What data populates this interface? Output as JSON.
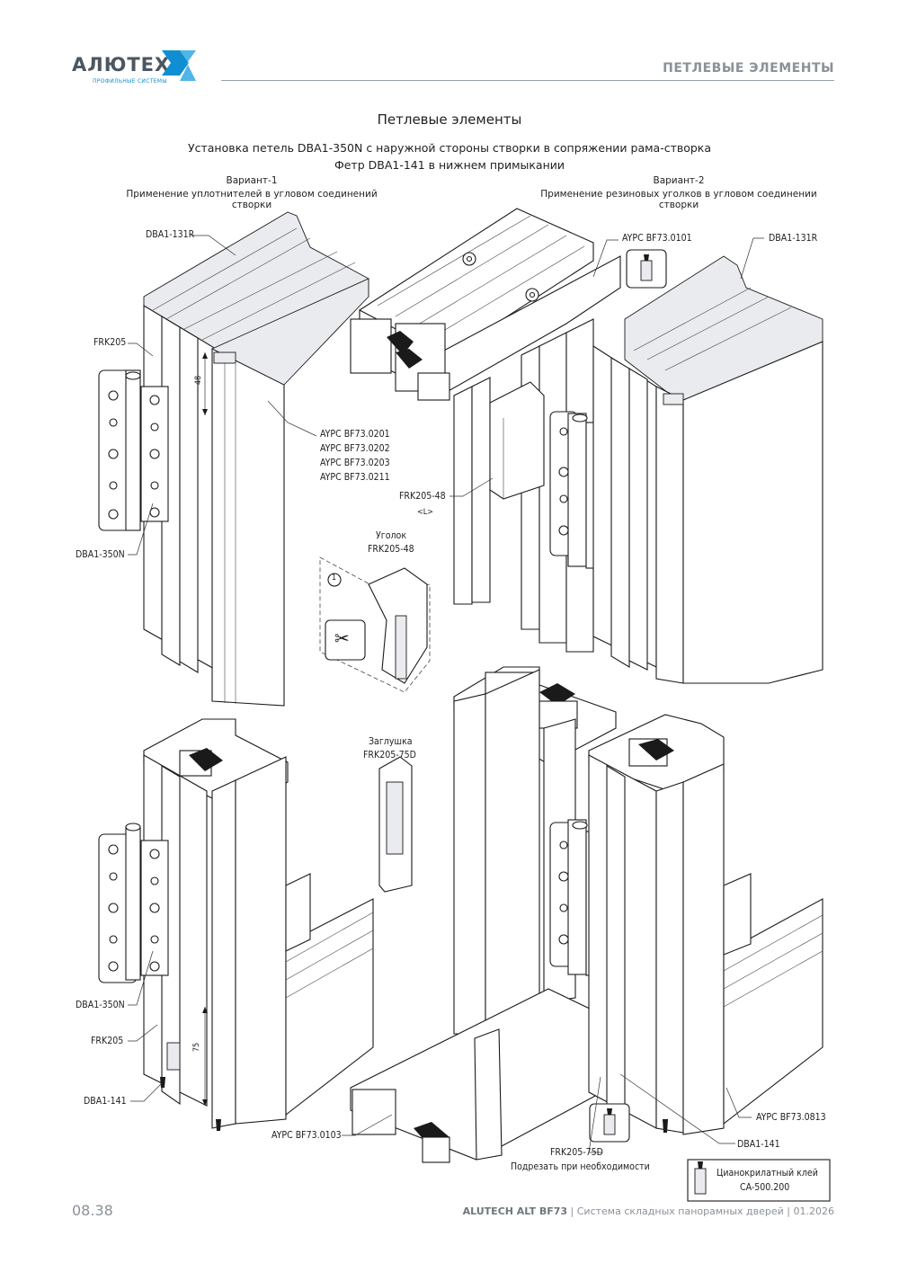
{
  "header": {
    "logo_text": "АЛЮТЕХ",
    "logo_subtitle": "ПРОФИЛЬНЫЕ СИСТЕМЫ",
    "section_title": "ПЕТЛЕВЫЕ ЭЛЕМЕНТЫ",
    "accent_color": "#0f8fd1"
  },
  "page": {
    "title": "Петлевые элементы",
    "subtitle_line1": "Установка петель DBA1-350N с наружной стороны створки в сопряжении рама-створка",
    "subtitle_line2": "Фетр DBA1-141 в нижнем примыкании"
  },
  "variants": {
    "v1_title": "Вариант-1",
    "v1_desc": "Применение уплотнителей в угловом соединений створки",
    "v2_title": "Вариант-2",
    "v2_desc": "Применение резиновых уголков в угловом соединении створки"
  },
  "labels": {
    "dba1_131r_left": "DBA1-131R",
    "frk205_top": "FRK205",
    "dim_48": "48",
    "aypc_group": [
      "AYPC BF73.0201",
      "AYPC BF73.0202",
      "AYPC BF73.0203",
      "AYPC BF73.0211"
    ],
    "dba1_350n_top": "DBA1-350N",
    "aypc_0101": "AYPC BF73.0101",
    "dba1_131r_right": "DBA1-131R",
    "frk205_48": "FRK205-48",
    "frk205_48_l": "<L>",
    "ugolok_title": "Уголок",
    "ugolok_code": "FRK205-48",
    "step_1": "1",
    "zaglushka_title": "Заглушка",
    "zaglushka_code": "FRK205-75D",
    "dba1_350n_bottom": "DBA1-350N",
    "frk205_bottom": "FRK205",
    "dim_75": "75",
    "dba1_141_left": "DBA1-141",
    "aypc_0103": "AYPC BF73.0103",
    "frk205_75d": "FRK205-75D",
    "trim_note": "Подрезать при необходимости",
    "aypc_0813": "AYPC BF73.0813",
    "dba1_141_right": "DBA1-141",
    "glue_line1": "Цианокрилатный клей",
    "glue_line2": "CA-500.200"
  },
  "footer": {
    "page_number": "08.38",
    "brand": "ALUTECH ALT BF73",
    "description": "| Система складных панорамных дверей | 01.2026"
  }
}
